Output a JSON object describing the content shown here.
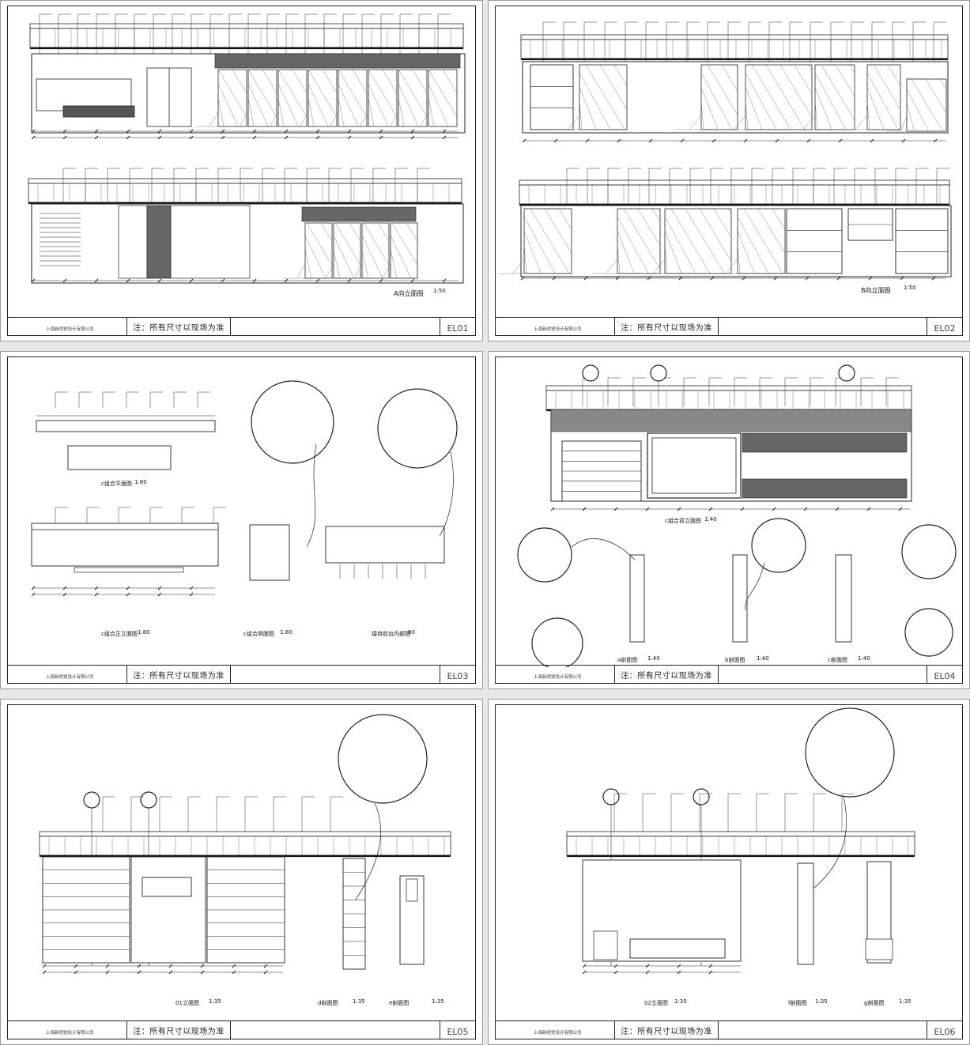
{
  "note": "注：所有尺寸以现场为准",
  "company": "上海新视觉设计有限公司",
  "sheets": [
    {
      "code": "EL01",
      "views": [
        {
          "title": "A向立面图",
          "scale": "1:50"
        }
      ]
    },
    {
      "code": "EL02",
      "views": [
        {
          "title": "B向立面图",
          "scale": "1:50"
        }
      ]
    },
    {
      "code": "EL03",
      "views": [
        {
          "title": "c组合平面图",
          "scale": "1:80"
        },
        {
          "title": "c组合正立面图",
          "scale": "1:80"
        },
        {
          "title": "c组合侧面图",
          "scale": "1:80"
        },
        {
          "title": "接待前台内部图",
          "scale": "80"
        }
      ]
    },
    {
      "code": "EL04",
      "views": [
        {
          "title": "c组合背立面图",
          "scale": "1:40"
        },
        {
          "title": "a剖面图",
          "scale": "1:40"
        },
        {
          "title": "b剖面图",
          "scale": "1:40"
        },
        {
          "title": "c剖面图",
          "scale": "1:40"
        }
      ]
    },
    {
      "code": "EL05",
      "views": [
        {
          "title": "01立面图",
          "scale": "1:35"
        },
        {
          "title": "d剖面图",
          "scale": "1:35"
        },
        {
          "title": "e剖面图",
          "scale": "1:35"
        }
      ]
    },
    {
      "code": "EL06",
      "views": [
        {
          "title": "02立面图",
          "scale": "1:35"
        },
        {
          "title": "f剖面图",
          "scale": "1:35"
        },
        {
          "title": "g剖面图",
          "scale": "1:35"
        }
      ]
    }
  ]
}
